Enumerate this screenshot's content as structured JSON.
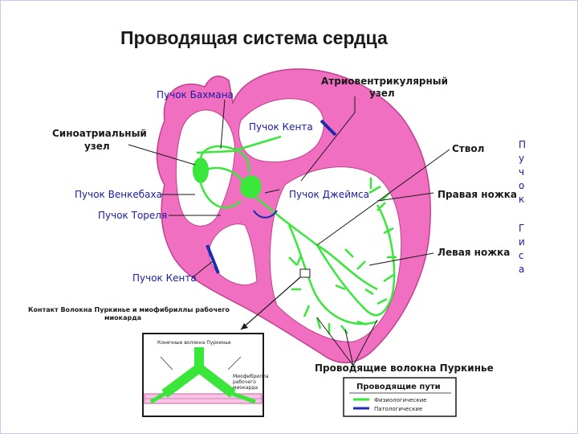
{
  "title": "Проводящая система сердца",
  "labels": {
    "av_node": [
      "Атриовентрикулярный",
      "узел"
    ],
    "bachmann": "Пучок Бахмана",
    "sa_node": [
      "Синоатриальный",
      "узел"
    ],
    "kent_top": "Пучок Кента",
    "wenckebach": "Пучок Венкебаха",
    "thorel": "Пучок Тореля",
    "james": "Пучок Джеймса",
    "trunk": "Ствол",
    "right_leg": "Правая ножка",
    "left_leg": "Левая ножка",
    "kent_bottom": "Пучок Кента",
    "contact": [
      "Контакт Волокна Пуркинье и миофибриллы рабочего",
      "миокарда"
    ],
    "purkinje": "Проводящие волокна Пуркинье",
    "his_bundle_vertical": [
      "П",
      "у",
      "ч",
      "о",
      "к",
      "",
      "Г",
      "и",
      "с",
      "а"
    ]
  },
  "inset": {
    "top_label": "Конечные волокна Пуркинье",
    "side_label": [
      "Миофибрилла",
      "рабочего",
      "миокарда"
    ]
  },
  "legend": {
    "title": "Проводящие пути",
    "items": [
      {
        "label": "Физиологические",
        "color": "#39e639"
      },
      {
        "label": "Патологические",
        "color": "#1c2bb0"
      }
    ]
  },
  "colors": {
    "myocardium": "#f06fc0",
    "conduction": "#39e639",
    "pathological": "#1c2bb0",
    "border": "#c8c8f0"
  }
}
